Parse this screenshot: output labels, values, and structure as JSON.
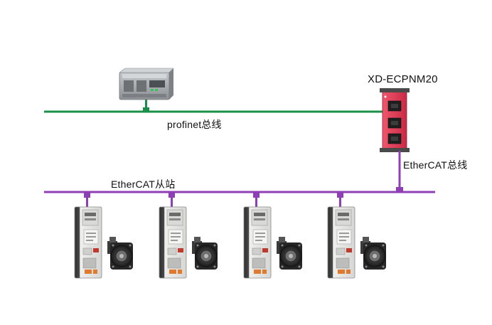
{
  "labels": {
    "gateway_model": "XD-ECPNM20",
    "profinet_bus": "profinet总线",
    "ethercat_bus": "EtherCAT总线",
    "ethercat_slave": "EtherCAT从站"
  },
  "colors": {
    "profinet_line": "#1a8f4a",
    "ethercat_line": "#8e3fb5",
    "gateway_body": "#e63a55",
    "plc_body": "#a9adb0",
    "drive_body": "#e4e4e2",
    "motor_body": "#2b2b2b"
  },
  "devices": {
    "plc": "plc-icon",
    "gateway": "gateway-icon",
    "slaves": [
      "servo-drive-icon",
      "servo-drive-icon",
      "servo-drive-icon",
      "servo-drive-icon"
    ]
  }
}
